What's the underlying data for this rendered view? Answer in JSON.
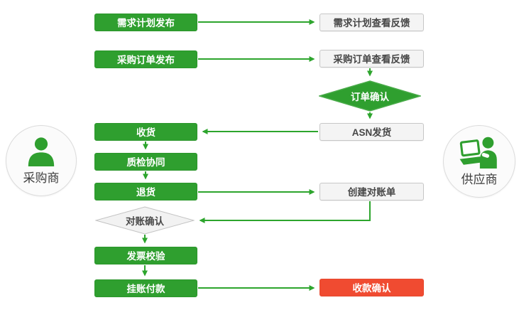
{
  "diagram": {
    "actors": {
      "buyer": {
        "label": "采购商",
        "icon": "person-icon"
      },
      "supplier": {
        "label": "供应商",
        "icon": "person-laptop-icon"
      }
    },
    "nodes": {
      "demand_plan_publish": "需求计划发布",
      "demand_plan_feedback": "需求计划查看反馈",
      "po_publish": "采购订单发布",
      "po_feedback": "采购订单查看反馈",
      "order_confirm": "订单确认",
      "receive_goods": "收货",
      "asn_ship": "ASN发货",
      "quality_collab": "质检协同",
      "return_goods": "退货",
      "create_statement": "创建对账单",
      "statement_confirm": "对账确认",
      "invoice_check": "发票校验",
      "book_payment": "挂账付款",
      "receipt_confirm": "收款确认"
    },
    "colors": {
      "process_green": "#2f9f2f",
      "arrow_green": "#2da52d",
      "alert_red": "#f04b31"
    }
  }
}
